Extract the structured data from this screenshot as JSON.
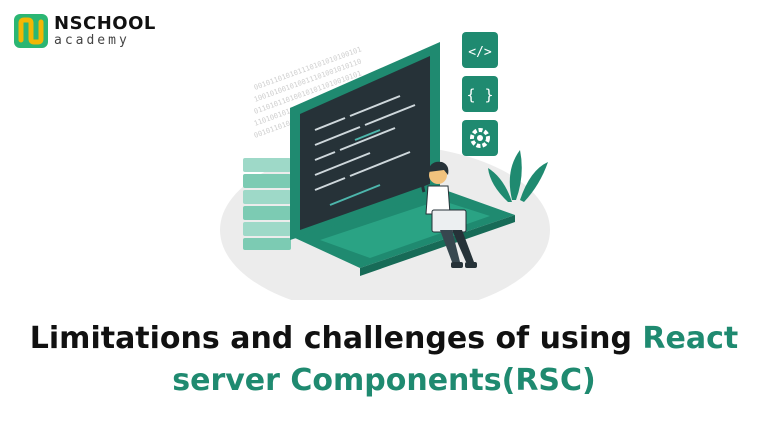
{
  "brand": {
    "name": "NSCHOOL",
    "tagline": "academy",
    "accent_color": "#1f8a70",
    "logo_colors": [
      "#f2b705",
      "#2bb673"
    ]
  },
  "illustration": {
    "binary_text": "0010110101011101010101001011",
    "icons": [
      "code-tag-icon",
      "braces-icon",
      "gear-icon"
    ]
  },
  "headline": {
    "line1_plain": "Limitations and challenges of using ",
    "line1_accent": "React",
    "line2_accent": "server Components(RSC)"
  }
}
